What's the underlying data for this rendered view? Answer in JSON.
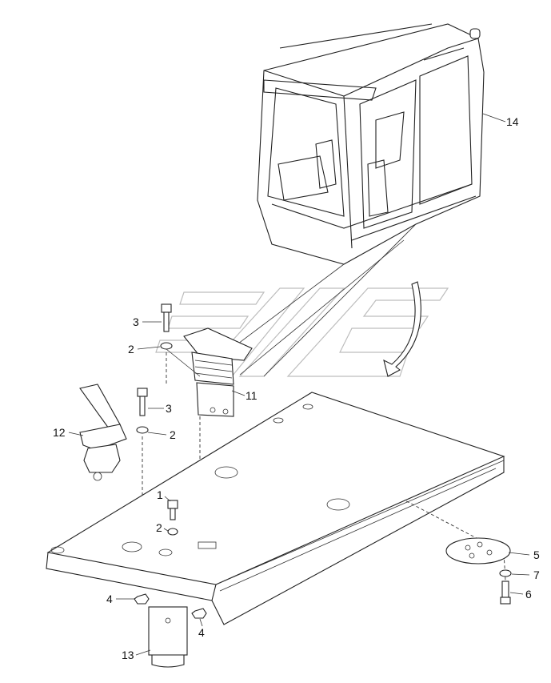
{
  "diagram": {
    "type": "exploded parts diagram",
    "callouts": [
      {
        "id": "c14",
        "text": "14"
      },
      {
        "id": "c3a",
        "text": "3"
      },
      {
        "id": "c2a",
        "text": "2"
      },
      {
        "id": "c11",
        "text": "11"
      },
      {
        "id": "c3b",
        "text": "3"
      },
      {
        "id": "c12",
        "text": "12"
      },
      {
        "id": "c2b",
        "text": "2"
      },
      {
        "id": "c1",
        "text": "1"
      },
      {
        "id": "c2c",
        "text": "2"
      },
      {
        "id": "c5",
        "text": "5"
      },
      {
        "id": "c7",
        "text": "7"
      },
      {
        "id": "c4a",
        "text": "4"
      },
      {
        "id": "c6",
        "text": "6"
      },
      {
        "id": "c4b",
        "text": "4"
      },
      {
        "id": "c13",
        "text": "13"
      }
    ]
  }
}
